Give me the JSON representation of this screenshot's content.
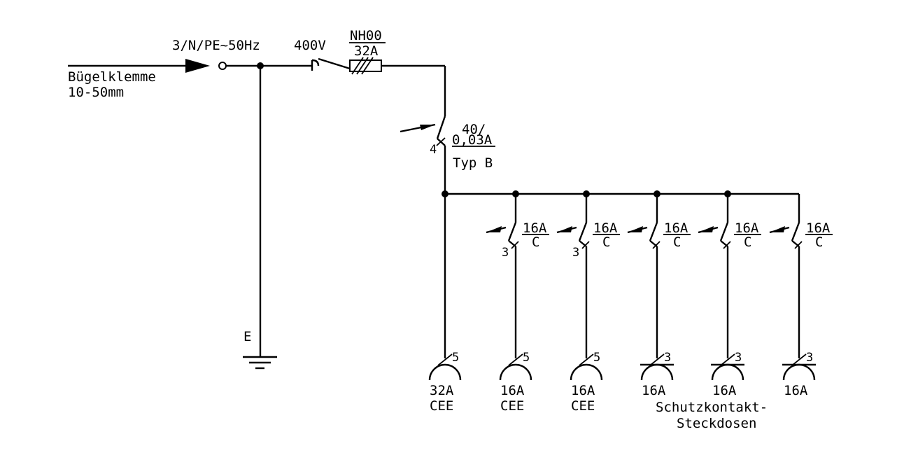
{
  "supply": {
    "terminal_label_1": "Bügelklemme",
    "terminal_label_2": "10-50mm",
    "system": "3/N/PE~50Hz",
    "voltage": "400V"
  },
  "fuse": {
    "type": "NH00",
    "rating": "32A"
  },
  "earth": {
    "label": "E"
  },
  "rcd": {
    "poles": "4",
    "rating_top": "40/",
    "rating_bottom": "0,03A",
    "type": "Typ B"
  },
  "breakers": [
    {
      "rating": "16A",
      "curve": "C",
      "poles": "3"
    },
    {
      "rating": "16A",
      "curve": "C",
      "poles": "3"
    },
    {
      "rating": "16A",
      "curve": "C",
      "poles": ""
    },
    {
      "rating": "16A",
      "curve": "C",
      "poles": ""
    },
    {
      "rating": "16A",
      "curve": "C",
      "poles": ""
    }
  ],
  "outlets": [
    {
      "conductors": "5",
      "rating": "32A",
      "kind": "CEE"
    },
    {
      "conductors": "5",
      "rating": "16A",
      "kind": "CEE"
    },
    {
      "conductors": "5",
      "rating": "16A",
      "kind": "CEE"
    },
    {
      "conductors": "3",
      "rating": "16A",
      "kind": ""
    },
    {
      "conductors": "3",
      "rating": "16A",
      "kind": ""
    },
    {
      "conductors": "3",
      "rating": "16A",
      "kind": ""
    }
  ],
  "schuko": {
    "line1": "Schutzkontakt-",
    "line2": "Steckdosen"
  }
}
